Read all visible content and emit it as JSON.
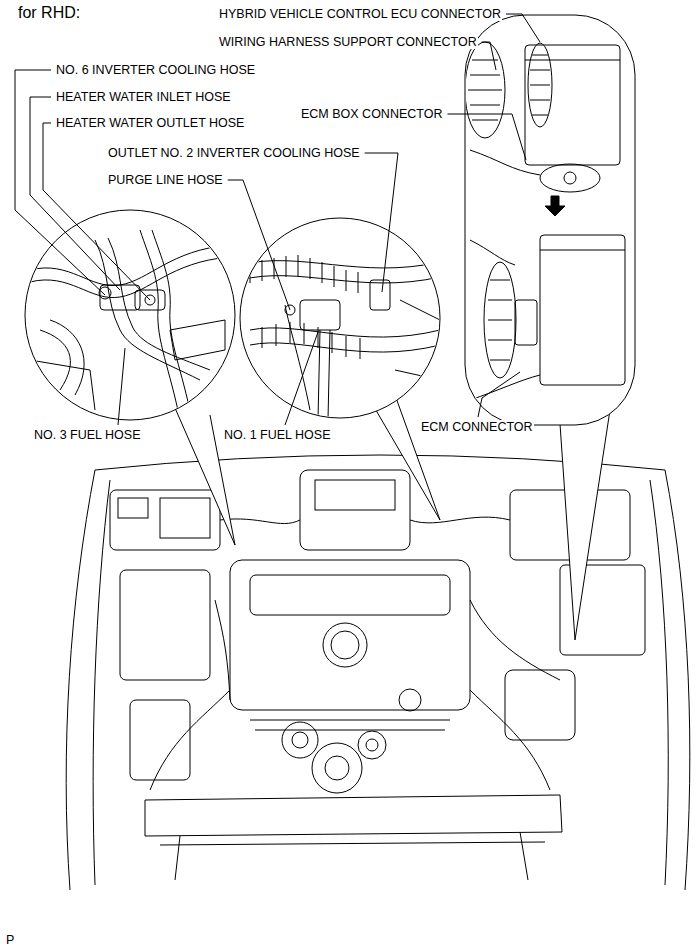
{
  "diagram": {
    "title": "for RHD:",
    "labels": [
      "HYBRID VEHICLE CONTROL ECU CONNECTOR",
      "WIRING HARNESS SUPPORT CONNECTOR",
      "NO. 6 INVERTER COOLING HOSE",
      "HEATER WATER INLET HOSE",
      "HEATER WATER OUTLET HOSE",
      "ECM BOX CONNECTOR",
      "OUTLET NO. 2 INVERTER COOLING HOSE",
      "PURGE LINE HOSE",
      "NO. 3 FUEL HOSE",
      "NO. 1 FUEL HOSE",
      "ECM CONNECTOR",
      "P"
    ]
  }
}
